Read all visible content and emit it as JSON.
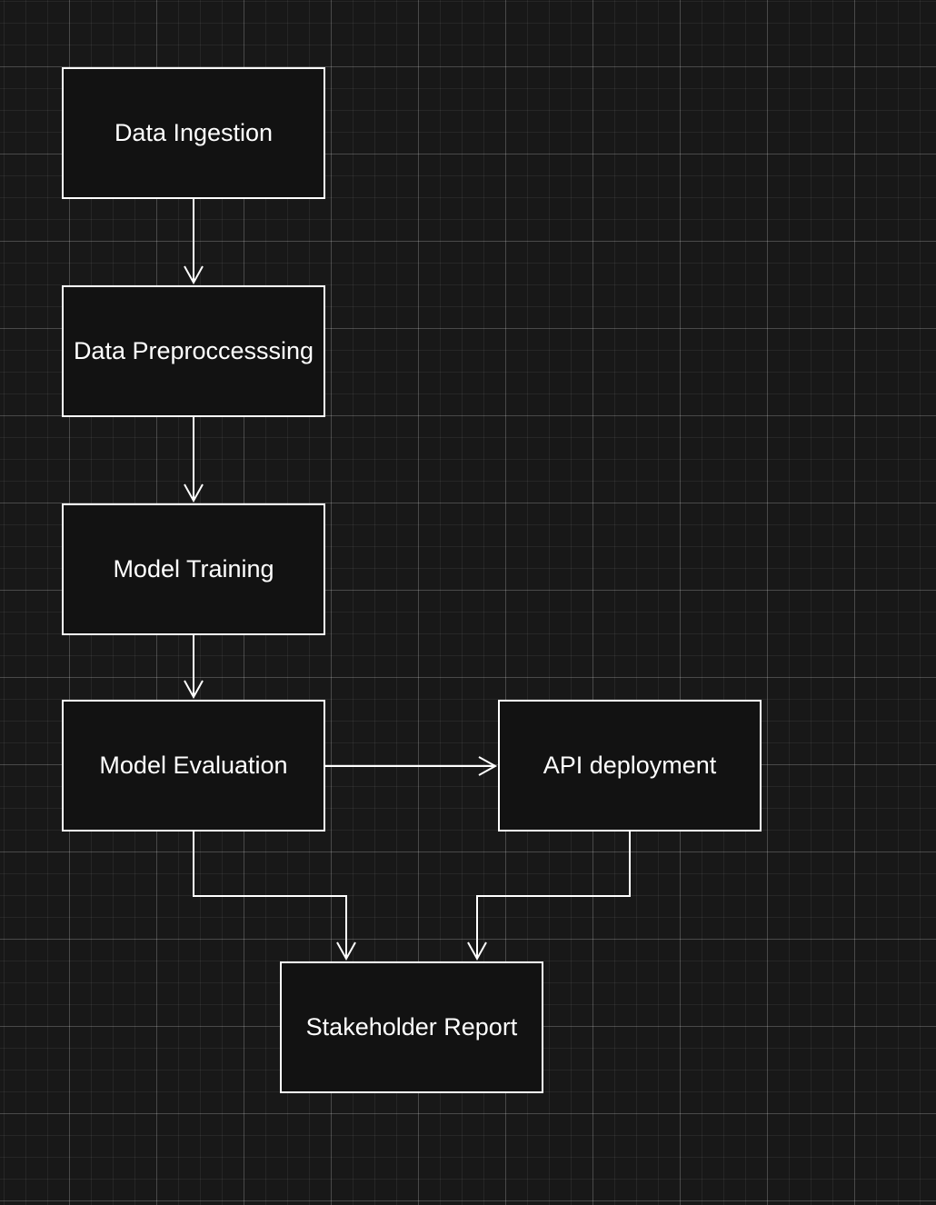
{
  "canvas": {
    "background": "#181818",
    "grid_color": "#3a3a3a",
    "node_fill": "#121212",
    "node_stroke": "#ffffff",
    "edge_color": "#ffffff"
  },
  "nodes": {
    "ingestion": {
      "label": "Data Ingestion"
    },
    "preprocessing": {
      "label": "Data Preproccesssing"
    },
    "training": {
      "label": "Model Training"
    },
    "evaluation": {
      "label": "Model Evaluation"
    },
    "api": {
      "label": "API deployment"
    },
    "report": {
      "label": "Stakeholder Report"
    }
  },
  "edges": [
    {
      "from": "ingestion",
      "to": "preprocessing"
    },
    {
      "from": "preprocessing",
      "to": "training"
    },
    {
      "from": "training",
      "to": "evaluation"
    },
    {
      "from": "evaluation",
      "to": "api"
    },
    {
      "from": "evaluation",
      "to": "report"
    },
    {
      "from": "api",
      "to": "report"
    }
  ]
}
